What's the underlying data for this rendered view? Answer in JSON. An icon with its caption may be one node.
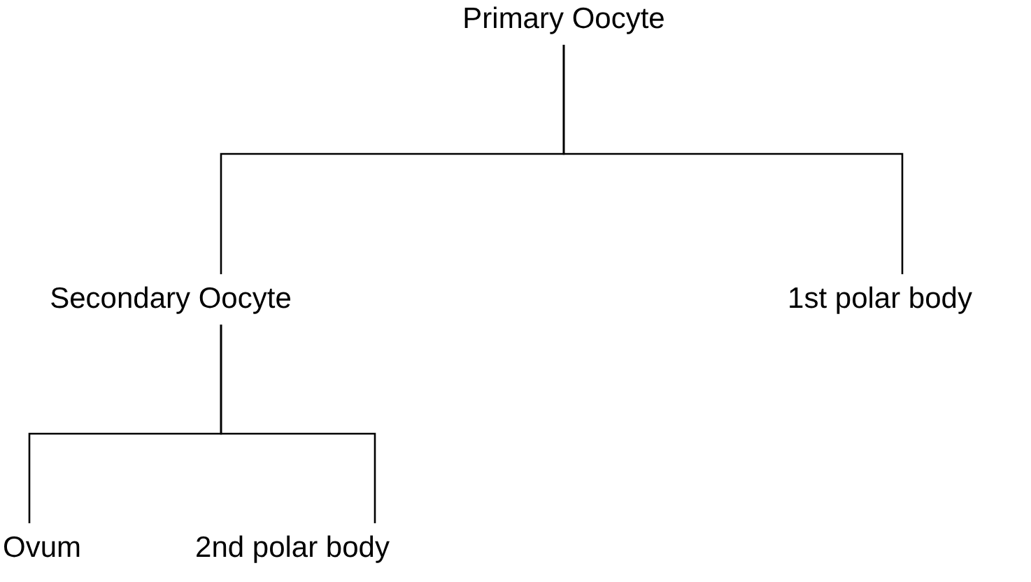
{
  "diagram": {
    "nodes": [
      {
        "text": [
          "Primary Oocyte"
        ]
      },
      {
        "text": [
          "Secondary Oocyte"
        ]
      },
      {
        "text": [
          "1st polar body"
        ]
      },
      {
        "text": [
          "Ovum"
        ]
      },
      {
        "text": [
          "2nd polar body"
        ]
      }
    ],
    "edges": [
      {
        "from": 0,
        "to": 1,
        "arrow": "none"
      },
      {
        "from": 0,
        "to": 2,
        "arrow": "none"
      },
      {
        "from": 1,
        "to": 3,
        "arrow": "none"
      },
      {
        "from": 1,
        "to": 4,
        "arrow": "none"
      }
    ]
  }
}
